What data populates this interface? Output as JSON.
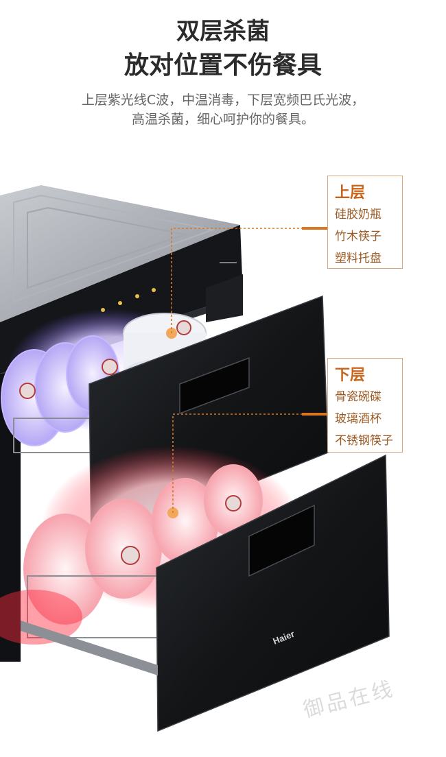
{
  "headline": {
    "line1": "双层杀菌",
    "line2": "放对位置不伤餐具"
  },
  "description": {
    "line1": "上层紫光线C波，中温消毒，下层宽频巴氏光波，",
    "line2": "高温杀菌，细心呵护你的餐具。"
  },
  "callouts": {
    "upper": {
      "title": "上层",
      "items": [
        "硅胶奶瓶",
        "竹木筷子",
        "塑料托盘"
      ]
    },
    "lower": {
      "title": "下层",
      "items": [
        "骨瓷碗碟",
        "玻璃酒杯",
        "不锈钢筷子"
      ]
    }
  },
  "product": {
    "brand": "Haier",
    "colors": {
      "cabinet_body": "#16181b",
      "uv_glow": "#8a6bff",
      "heat_glow": "#ff3b4e",
      "callout_accent": "#d9761f"
    }
  },
  "watermark": "御品在线"
}
